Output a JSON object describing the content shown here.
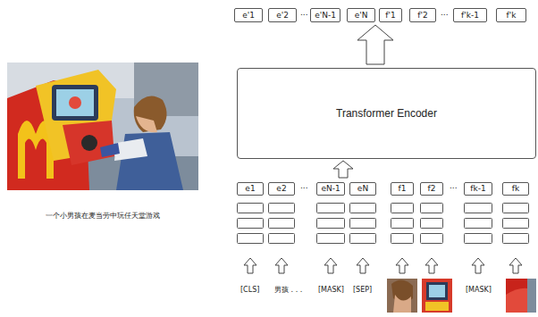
{
  "diagram": {
    "caption": "一个小男孩在麦当劳中玩任天堂游戏",
    "nodes": [
      {
        "text": [
          "e'1"
        ]
      },
      {
        "text": [
          "e'2"
        ]
      },
      {
        "text": [
          "e'N-1"
        ]
      },
      {
        "text": [
          "e'N"
        ]
      },
      {
        "text": [
          "f'1"
        ]
      },
      {
        "text": [
          "f'2"
        ]
      },
      {
        "text": [
          "f'k-1"
        ]
      },
      {
        "text": [
          "f'k"
        ]
      },
      {
        "text": [
          "Transformer Encoder"
        ]
      },
      {
        "text": [
          "e1"
        ]
      },
      {
        "text": [
          "e2"
        ]
      },
      {
        "text": [
          "eN-1"
        ]
      },
      {
        "text": [
          "eN"
        ]
      },
      {
        "text": [
          "f1"
        ]
      },
      {
        "text": [
          "f2"
        ]
      },
      {
        "text": [
          "fk-1"
        ]
      },
      {
        "text": [
          "fk"
        ]
      }
    ],
    "labels": [
      "...",
      "...",
      "...",
      "...",
      "[CLS]",
      "男孩 . . .",
      "[MASK]",
      "[SEP]",
      "[MASK]"
    ]
  }
}
